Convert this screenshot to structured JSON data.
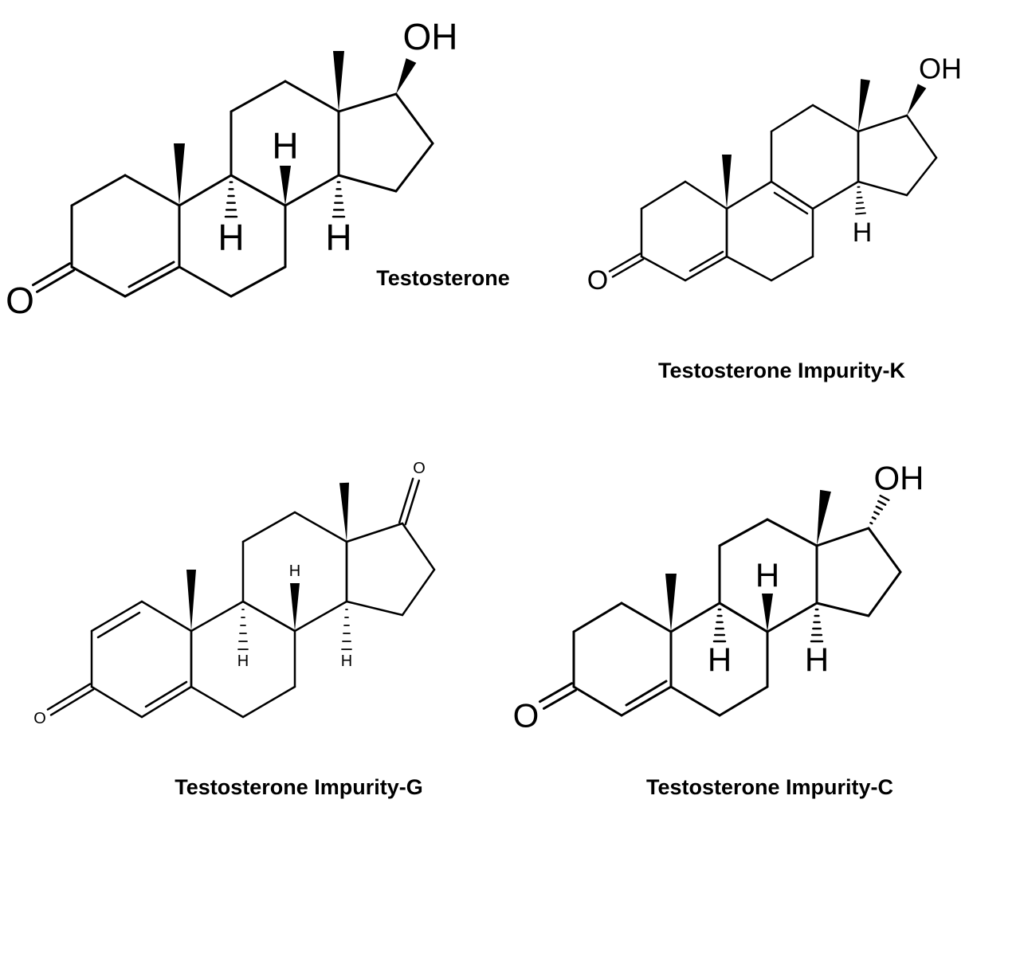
{
  "molecules": [
    {
      "name": "Testosterone",
      "atoms": {
        "o3": "O",
        "oh": "OH",
        "h9": "H",
        "h8": "H",
        "h14": "H"
      }
    },
    {
      "name": "Testosterone Impurity-K",
      "atoms": {
        "o3": "O",
        "oh": "OH",
        "h14": "H"
      }
    },
    {
      "name": "Testosterone Impurity-G",
      "atoms": {
        "o3": "O",
        "o17": "O",
        "h9": "H",
        "h8": "H",
        "h14": "H"
      }
    },
    {
      "name": "Testosterone Impurity-C",
      "atoms": {
        "o3": "O",
        "oh": "OH",
        "h9": "H",
        "h8": "H",
        "h14": "H"
      }
    }
  ]
}
